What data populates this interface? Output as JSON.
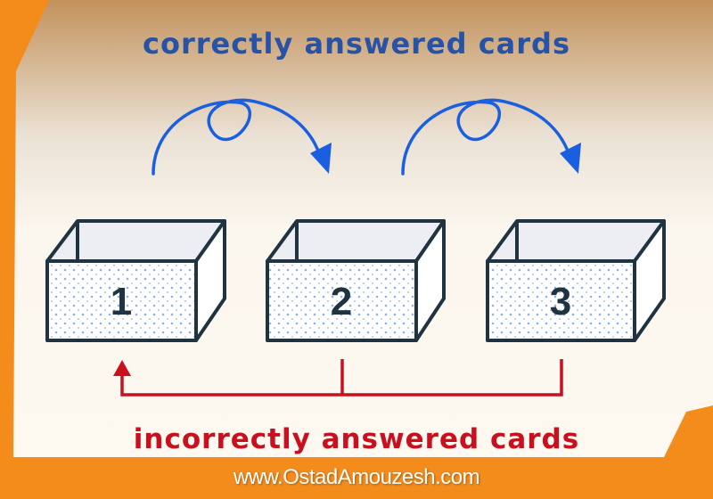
{
  "title_top": "correctly answered cards",
  "title_bottom": "incorrectly answered cards",
  "footer_url": "www.OstadAmouzesh.com",
  "boxes": [
    {
      "label": "1"
    },
    {
      "label": "2"
    },
    {
      "label": "3"
    }
  ],
  "colors": {
    "background": "#f48c1c",
    "correct": "#1a5fe0",
    "incorrect": "#c8101e",
    "box_outline": "#1f3340"
  }
}
